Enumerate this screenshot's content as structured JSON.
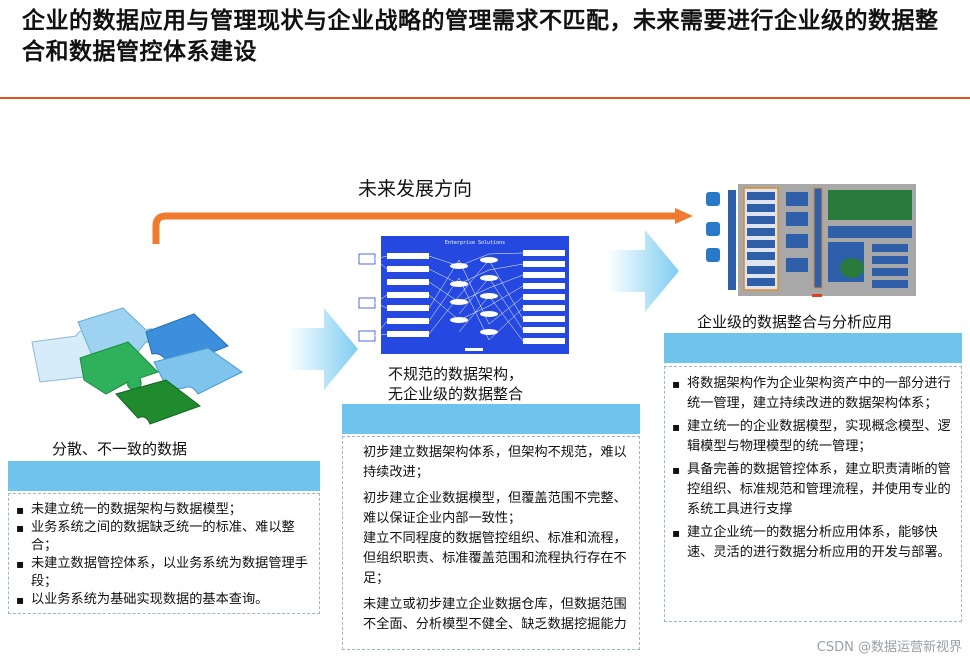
{
  "title": "企业的数据应用与管理现状与企业战略的管理需求不匹配，未来需要进行企业级的数据整合和数据管控体系建设",
  "future_direction": "未来发展方向",
  "stage1": {
    "label": "分散、不一致的数据",
    "items": [
      "未建立统一的数据架构与数据模型；",
      "业务系统之间的数据缺乏统一的标准、难以整合；",
      "未建立数据管控体系，以业务系统为数据管理手段；",
      "以业务系统为基础实现数据的基本查询。"
    ]
  },
  "stage2": {
    "label_line1": "不规范的数据架构，",
    "label_line2": "无企业级的数据整合",
    "diagram_title": "Enterprise Solutions",
    "items": [
      "初步建立数据架构体系，但架构不规范，难以持续改进；",
      "初步建立企业数据模型，但覆盖范围不完整、难以保证企业内部一致性；",
      "建立不同程度的数据管控组织、标准和流程，但组织职责、标准覆盖范围和流程执行存在不足；",
      "未建立或初步建立企业数据仓库，但数据范围不全面、分析模型不健全、缺乏数据挖掘能力"
    ]
  },
  "stage3": {
    "label": "企业级的数据整合与分析应用",
    "items": [
      "将数据架构作为企业架构资产中的一部分进行统一管理，建立持续改进的数据架构体系；",
      "建立统一的企业数据模型，实现概念模型、逻辑模型与物理模型的统一管理；",
      "具备完善的数据管控体系，建立职责清晰的管控组织、标准规范和管理流程，并使用专业的系统工具进行支撑",
      "建立企业统一的数据分析应用体系，能够快速、灵活的进行数据分析应用的开发与部署。"
    ]
  },
  "watermark": "CSDN @数据运营新视界",
  "colors": {
    "accent_orange": "#e8501f",
    "bar_blue": "#6fc4ee",
    "arrow_blue": "#8fd3f4",
    "diagram_blue": "#2448e0"
  }
}
